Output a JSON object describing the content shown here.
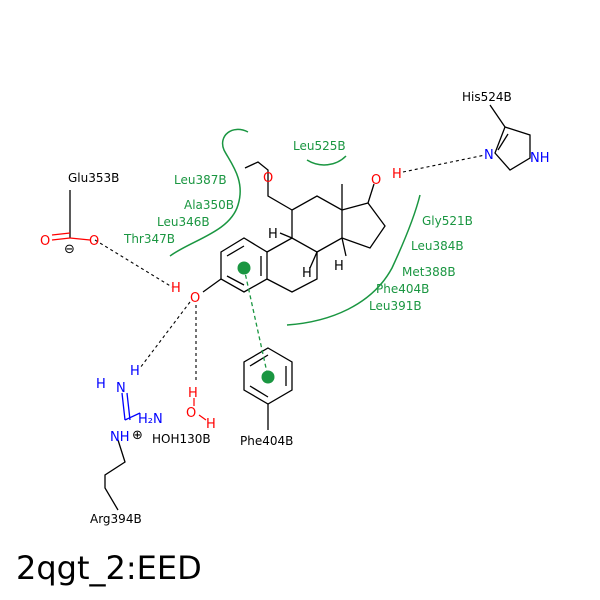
{
  "title": "2qgt_2:EED",
  "colors": {
    "bond": "#000000",
    "oxygen": "#ff0000",
    "nitrogen": "#0000ff",
    "hydrophobic": "#1a9641",
    "pi_stack": "#1a9641",
    "hbond": "#000000"
  },
  "residues": {
    "glu353b": "Glu353B",
    "his524b": "His524B",
    "arg394b": "Arg394B",
    "phe404b_ring": "Phe404B",
    "hoh130b": "HOH130B"
  },
  "hydrophobic_left": [
    "Leu387B",
    "Ala350B",
    "Leu346B",
    "Thr347B"
  ],
  "hydrophobic_top": [
    "Leu525B"
  ],
  "hydrophobic_right": [
    "Gly521B",
    "Leu384B",
    "Met388B",
    "Phe404B",
    "Leu391B"
  ],
  "atoms": {
    "o": "O",
    "h": "H",
    "n": "N",
    "nh": "NH",
    "h2n": "H₂N",
    "charge_plus": "⊕",
    "charge_minus": "⊖"
  }
}
